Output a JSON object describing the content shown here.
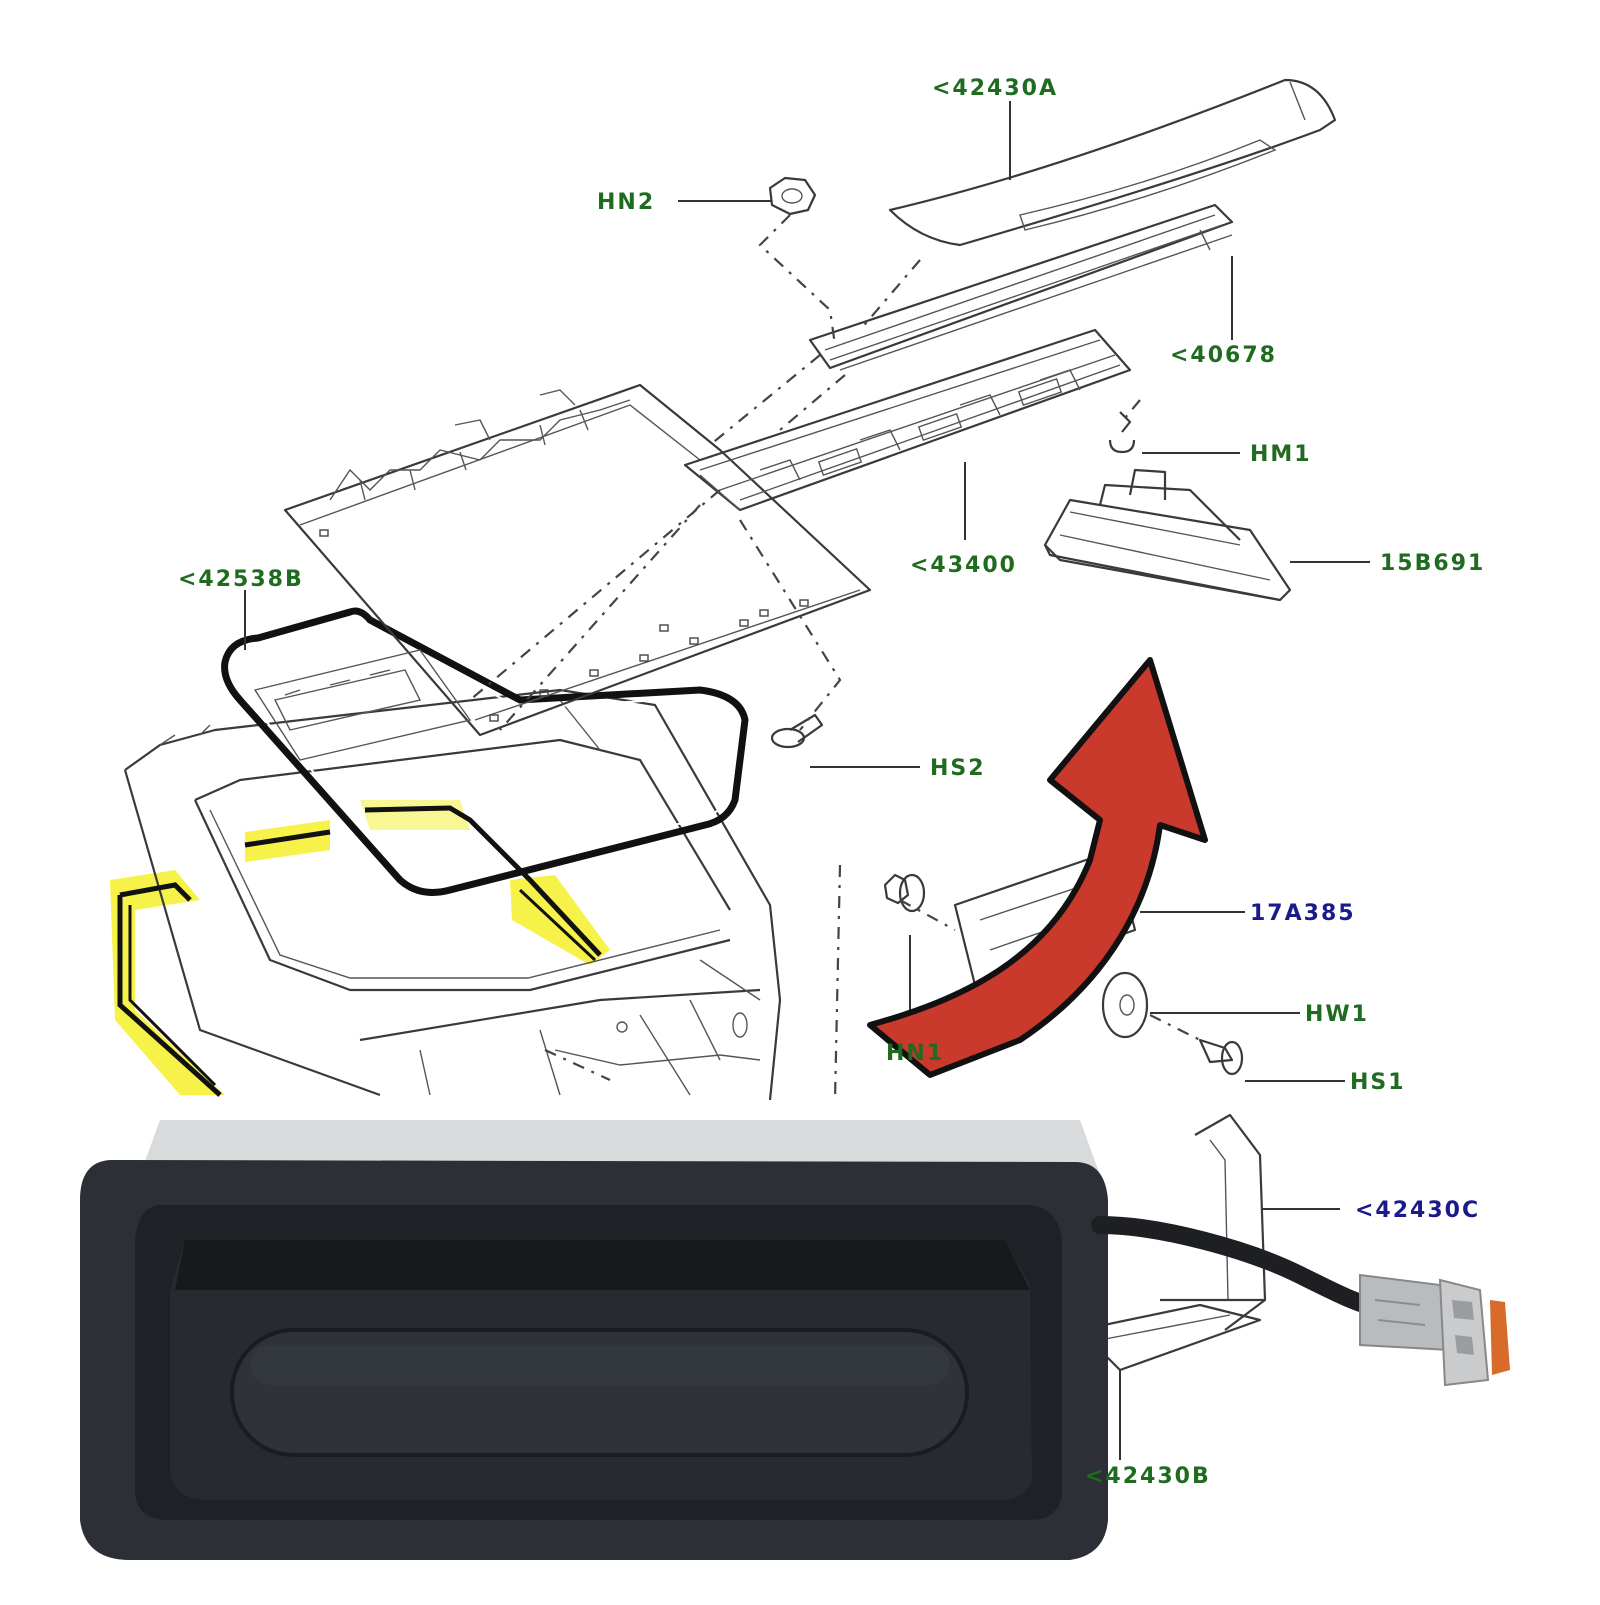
{
  "diagram": {
    "callouts": [
      {
        "id": "c42430A",
        "text": "<42430A",
        "tone": "green"
      },
      {
        "id": "cHN2",
        "text": "HN2",
        "tone": "green"
      },
      {
        "id": "c40678",
        "text": "<40678",
        "tone": "green"
      },
      {
        "id": "cHM1",
        "text": "HM1",
        "tone": "green"
      },
      {
        "id": "c43400",
        "text": "<43400",
        "tone": "green"
      },
      {
        "id": "c15B691",
        "text": "15B691",
        "tone": "green"
      },
      {
        "id": "c42538B",
        "text": "<42538B",
        "tone": "green"
      },
      {
        "id": "cHS2",
        "text": "HS2",
        "tone": "green"
      },
      {
        "id": "c17A385",
        "text": "17A385",
        "tone": "blue"
      },
      {
        "id": "cHW1",
        "text": "HW1",
        "tone": "green"
      },
      {
        "id": "cHN1",
        "text": "HN1",
        "tone": "green"
      },
      {
        "id": "cHS1",
        "text": "HS1",
        "tone": "green"
      },
      {
        "id": "c42430C",
        "text": "<42430C",
        "tone": "blue"
      },
      {
        "id": "c42430B",
        "text": "<42430B",
        "tone": "green"
      }
    ],
    "colors": {
      "callout_green": "#1f6b1f",
      "callout_blue": "#1a1a8c",
      "highlight": "#f4f02a",
      "arrow": "#c9392c",
      "switch_body": "#2e3238",
      "connector": "#b9bcbf"
    },
    "icons": {
      "arrow": "curved-arrow-icon",
      "switch": "tailgate-switch-photo",
      "connector": "electrical-connector-icon"
    }
  }
}
